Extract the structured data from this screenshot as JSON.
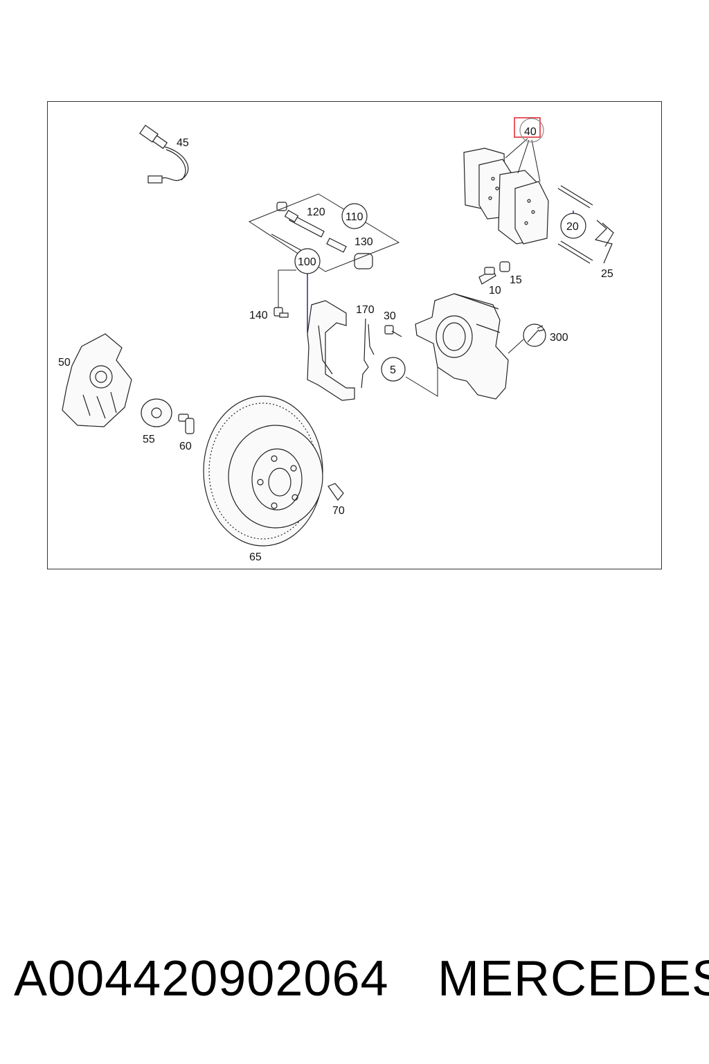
{
  "callouts": {
    "c45": "45",
    "c40": "40",
    "c120": "120",
    "c110": "110",
    "c130": "130",
    "c100": "100",
    "c20": "20",
    "c25": "25",
    "c15": "15",
    "c10": "10",
    "c140": "140",
    "c170": "170",
    "c30": "30",
    "c5": "5",
    "c300": "300",
    "c50": "50",
    "c55": "55",
    "c60": "60",
    "c65": "65",
    "c70": "70"
  },
  "highlighted_callout": "40",
  "footer": {
    "part_number": "A004420902064",
    "brand": "MERCEDES"
  },
  "colors": {
    "highlight": "#e0202a",
    "leader_accent": "#1a1a8c"
  }
}
